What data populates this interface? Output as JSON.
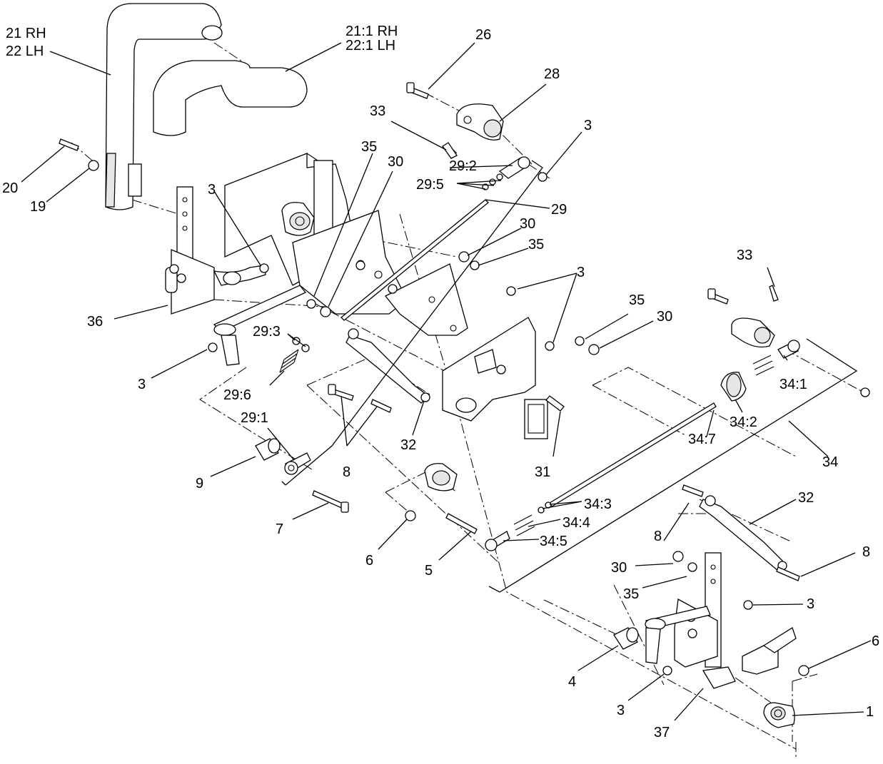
{
  "callouts": [
    {
      "id": "c21",
      "text": "21 RH"
    },
    {
      "id": "c22",
      "text": "22 LH"
    },
    {
      "id": "c21-1",
      "text": "21:1  RH"
    },
    {
      "id": "c22-1",
      "text": "22:1  LH"
    },
    {
      "id": "c26",
      "text": "26"
    },
    {
      "id": "c28",
      "text": "28"
    },
    {
      "id": "c33a",
      "text": "33"
    },
    {
      "id": "c3a",
      "text": "3"
    },
    {
      "id": "c35a",
      "text": "35"
    },
    {
      "id": "c30a",
      "text": "30"
    },
    {
      "id": "c29-2",
      "text": "29:2"
    },
    {
      "id": "c29-5",
      "text": "29:5"
    },
    {
      "id": "c29",
      "text": "29"
    },
    {
      "id": "c20",
      "text": "20"
    },
    {
      "id": "c19",
      "text": "19"
    },
    {
      "id": "c3b",
      "text": "3"
    },
    {
      "id": "c30b",
      "text": "30"
    },
    {
      "id": "c35b",
      "text": "35"
    },
    {
      "id": "c3c",
      "text": "3"
    },
    {
      "id": "c33b",
      "text": "33"
    },
    {
      "id": "c36",
      "text": "36"
    },
    {
      "id": "c29-3",
      "text": "29:3"
    },
    {
      "id": "c35c",
      "text": "35"
    },
    {
      "id": "c30c",
      "text": "30"
    },
    {
      "id": "c3d",
      "text": "3"
    },
    {
      "id": "c29-6",
      "text": "29:6"
    },
    {
      "id": "c34-1",
      "text": "34:1"
    },
    {
      "id": "c29-1",
      "text": "29:1"
    },
    {
      "id": "c32a",
      "text": "32"
    },
    {
      "id": "c34-2",
      "text": "34:2"
    },
    {
      "id": "c34-7",
      "text": "34:7"
    },
    {
      "id": "c8a",
      "text": "8"
    },
    {
      "id": "c31",
      "text": "31"
    },
    {
      "id": "c34",
      "text": "34"
    },
    {
      "id": "c9",
      "text": "9"
    },
    {
      "id": "c34-3",
      "text": "34:3"
    },
    {
      "id": "c32b",
      "text": "32"
    },
    {
      "id": "c7",
      "text": "7"
    },
    {
      "id": "c34-4",
      "text": "34:4"
    },
    {
      "id": "c8b",
      "text": "8"
    },
    {
      "id": "c34-5",
      "text": "34:5"
    },
    {
      "id": "c8c",
      "text": "8"
    },
    {
      "id": "c6a",
      "text": "6"
    },
    {
      "id": "c5",
      "text": "5"
    },
    {
      "id": "c30d",
      "text": "30"
    },
    {
      "id": "c35d",
      "text": "35"
    },
    {
      "id": "c3e",
      "text": "3"
    },
    {
      "id": "c6b",
      "text": "6"
    },
    {
      "id": "c4",
      "text": "4"
    },
    {
      "id": "c1",
      "text": "1"
    },
    {
      "id": "c3f",
      "text": "3"
    },
    {
      "id": "c37",
      "text": "37"
    }
  ]
}
